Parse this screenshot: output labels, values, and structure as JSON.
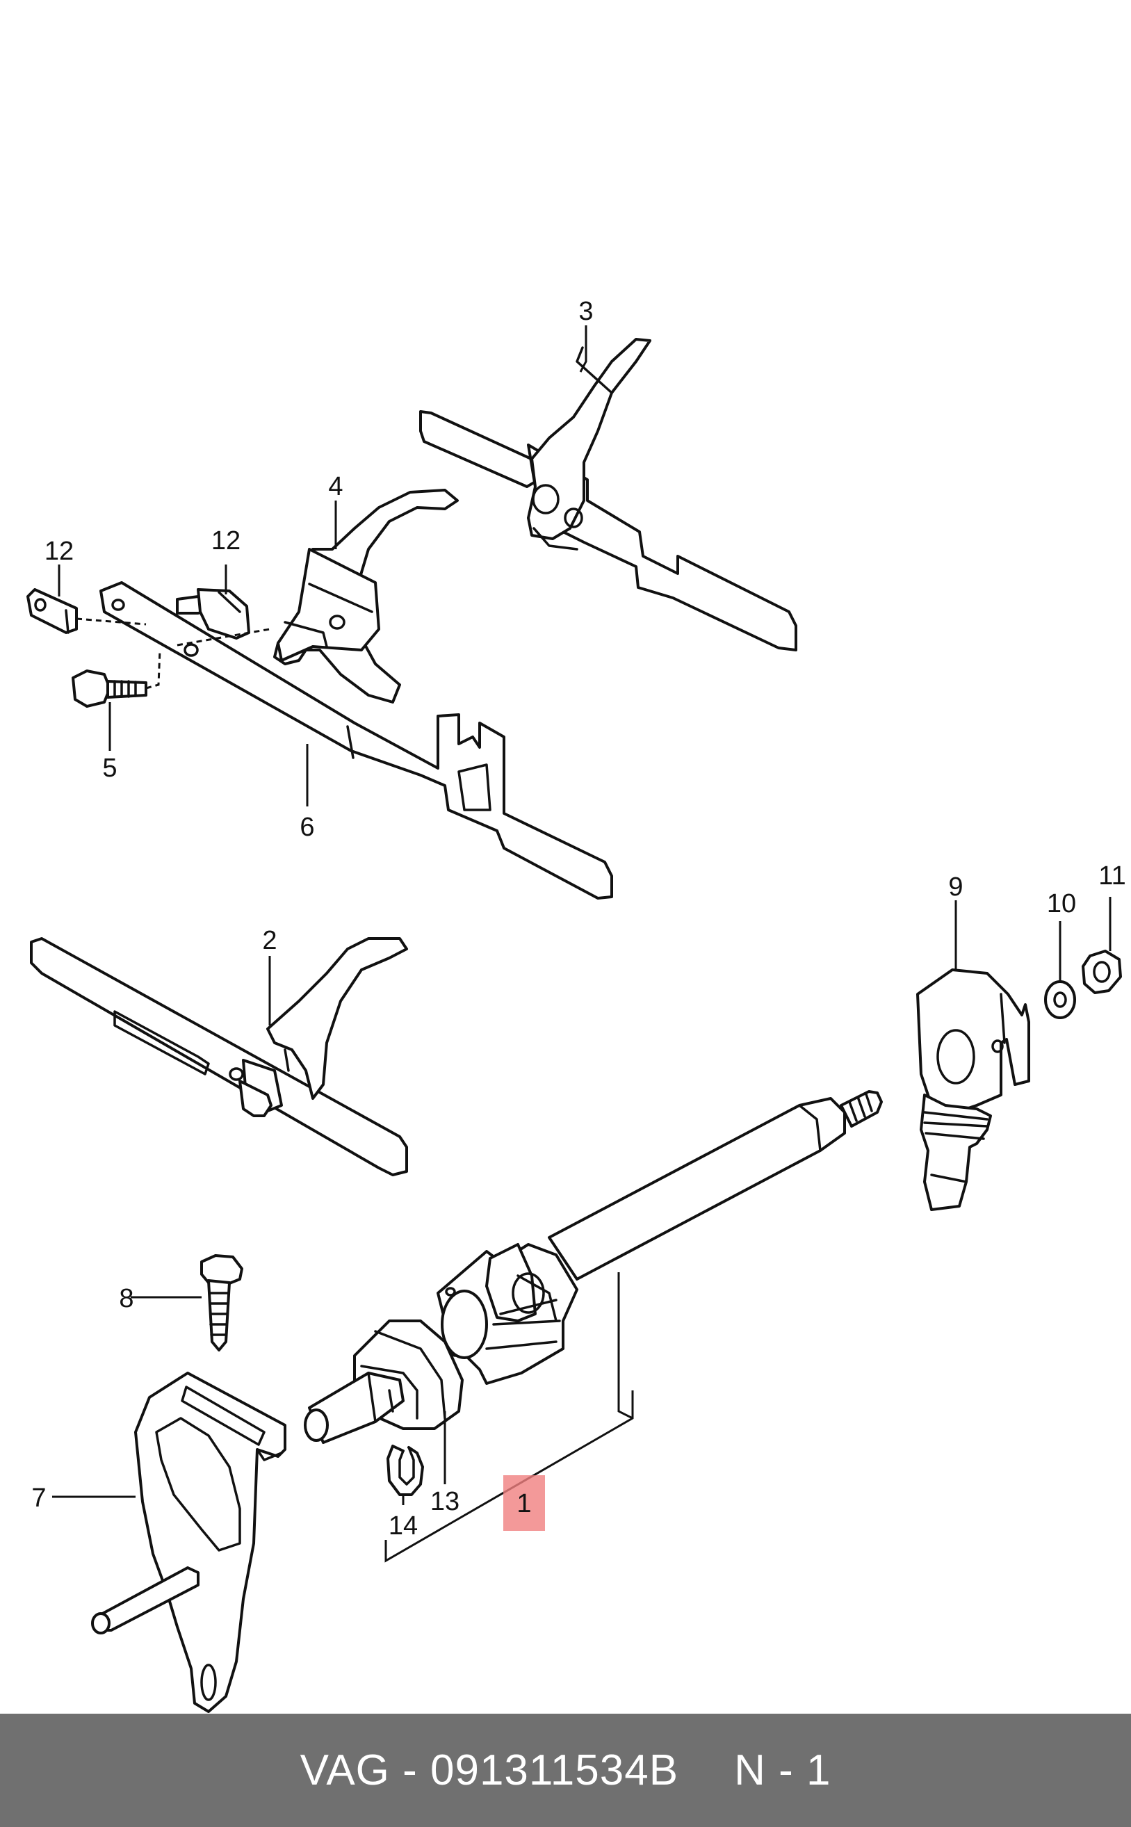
{
  "diagram": {
    "callouts": {
      "c1": "1",
      "c2": "2",
      "c3": "3",
      "c4": "4",
      "c5": "5",
      "c6": "6",
      "c7": "7",
      "c8": "8",
      "c9": "9",
      "c10": "10",
      "c11": "11",
      "c12a": "12",
      "c12b": "12",
      "c13": "13",
      "c14": "14"
    },
    "highlight_color": "#f08080"
  },
  "footer": {
    "part_label": "VAG - 091311534B",
    "quantity_label": "N - 1",
    "background": "#707070"
  }
}
